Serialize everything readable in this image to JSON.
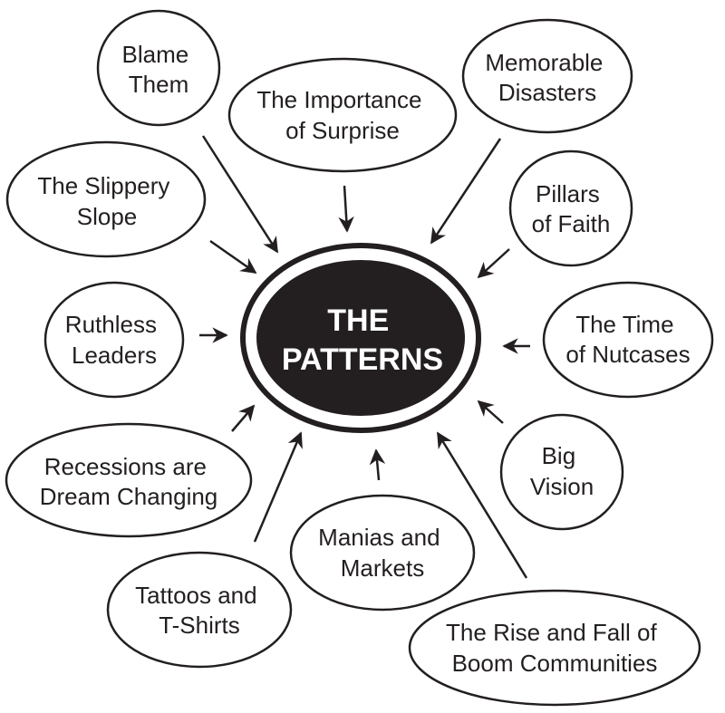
{
  "diagram": {
    "type": "hub-and-spoke",
    "colors": {
      "ink": "#231f20",
      "background": "#ffffff",
      "center_text": "#ffffff"
    },
    "center": {
      "label_lines": [
        "THE",
        "PATTERNS"
      ]
    },
    "nodes": [
      {
        "id": "blame-them",
        "label_lines": [
          "Blame",
          "Them"
        ]
      },
      {
        "id": "importance-of-surprise",
        "label_lines": [
          "The Importance",
          "of Surprise"
        ]
      },
      {
        "id": "memorable-disasters",
        "label_lines": [
          "Memorable",
          "Disasters"
        ]
      },
      {
        "id": "slippery-slope",
        "label_lines": [
          "The Slippery",
          "Slope"
        ]
      },
      {
        "id": "pillars-of-faith",
        "label_lines": [
          "Pillars",
          "of Faith"
        ]
      },
      {
        "id": "ruthless-leaders",
        "label_lines": [
          "Ruthless",
          "Leaders"
        ]
      },
      {
        "id": "time-of-nutcases",
        "label_lines": [
          "The Time",
          "of Nutcases"
        ]
      },
      {
        "id": "recessions",
        "label_lines": [
          "Recessions are",
          "Dream Changing"
        ]
      },
      {
        "id": "big-vision",
        "label_lines": [
          "Big",
          "Vision"
        ]
      },
      {
        "id": "manias-and-markets",
        "label_lines": [
          "Manias and",
          "Markets"
        ]
      },
      {
        "id": "tattoos-and-tshirts",
        "label_lines": [
          "Tattoos and",
          "T-Shirts"
        ]
      },
      {
        "id": "boom-communities",
        "label_lines": [
          "The Rise and Fall of",
          "Boom Communities"
        ]
      }
    ],
    "edges": [
      {
        "from": "blame-them",
        "to": "center"
      },
      {
        "from": "importance-of-surprise",
        "to": "center"
      },
      {
        "from": "memorable-disasters",
        "to": "center"
      },
      {
        "from": "slippery-slope",
        "to": "center"
      },
      {
        "from": "pillars-of-faith",
        "to": "center"
      },
      {
        "from": "ruthless-leaders",
        "to": "center"
      },
      {
        "from": "time-of-nutcases",
        "to": "center"
      },
      {
        "from": "recessions",
        "to": "center"
      },
      {
        "from": "big-vision",
        "to": "center"
      },
      {
        "from": "manias-and-markets",
        "to": "center"
      },
      {
        "from": "tattoos-and-tshirts",
        "to": "center"
      },
      {
        "from": "boom-communities",
        "to": "center"
      }
    ]
  }
}
